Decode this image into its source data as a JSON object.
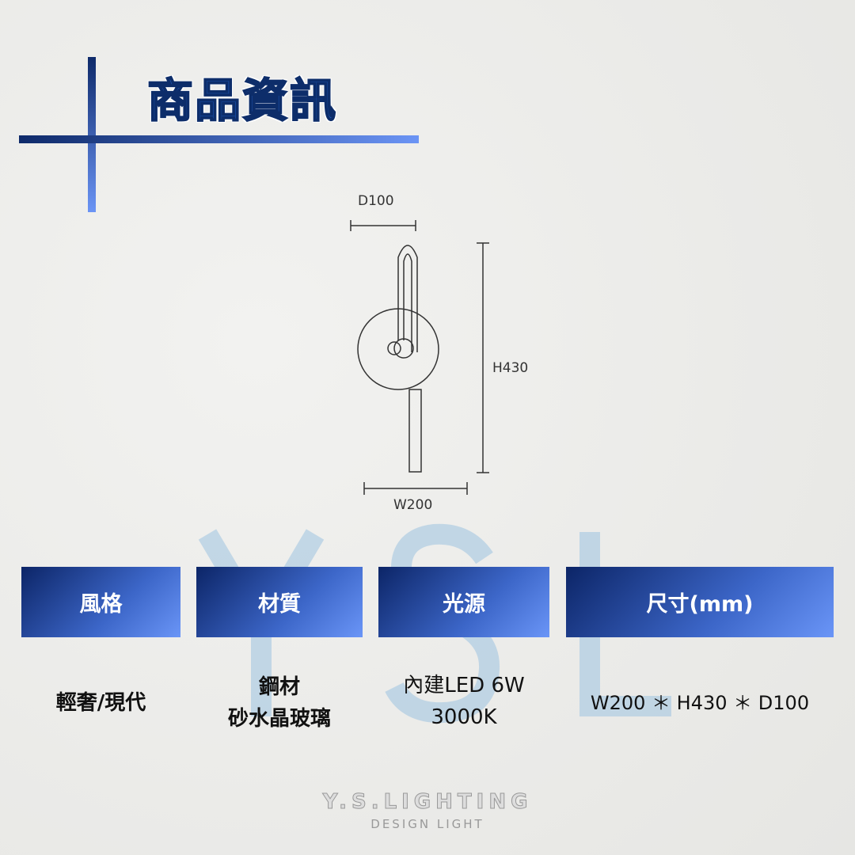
{
  "header": {
    "title": "商品資訊"
  },
  "drawing": {
    "depth": "D100",
    "height": "H430",
    "width": "W200"
  },
  "watermark": "YSL",
  "specs": [
    {
      "label": "風格",
      "value": [
        "輕奢/現代"
      ]
    },
    {
      "label": "材質",
      "value": [
        "鋼材",
        "砂水晶玻璃"
      ]
    },
    {
      "label": "光源",
      "value": [
        "內建LED 6W",
        "3000K"
      ]
    },
    {
      "label": "尺寸(mm)",
      "value": [
        "W200 ＊ H430 ＊ D100"
      ]
    }
  ],
  "brand": {
    "name": "Y.S.LIGHTING",
    "tagline": "DESIGN LIGHT"
  },
  "colors": {
    "accent_dark": "#0c2567",
    "accent_light": "#6a95f7"
  }
}
